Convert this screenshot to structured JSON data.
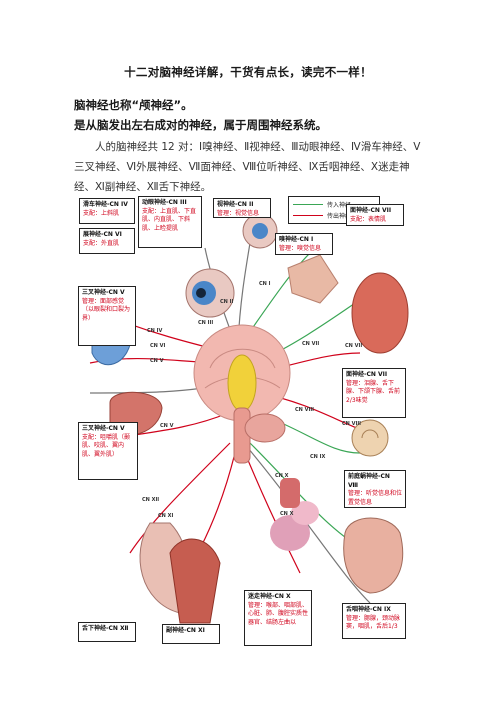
{
  "header": {
    "title": "十二对脑神经详解，干货有点长，读完不一样！",
    "line1": "脑神经也称“颅神经”。",
    "line2": "是从脑发出左右成对的神经，属于周围神经系统。",
    "paragraph": "人的脑神经共 12 对：Ⅰ嗅神经、Ⅱ视神经、Ⅲ动眼神经、Ⅳ滑车神经、Ⅴ三叉神经、Ⅵ外展神经、Ⅶ面神经、Ⅷ位听神经、Ⅸ舌咽神经、Ⅹ迷走神经、Ⅺ副神经、Ⅻ舌下神经。"
  },
  "legend": {
    "afferent": "传入神经",
    "efferent": "传出神经",
    "afferent_color": "#3aa655",
    "efferent_color": "#d0021b"
  },
  "labels": {
    "trochlear": {
      "name": "滑车神经-CN IV",
      "func": "支配：上斜肌"
    },
    "abducens": {
      "name": "展神经-CN VI",
      "func": "支配：外直肌"
    },
    "oculomotor": {
      "name": "动眼神经-CN III",
      "func": "支配：上直肌、下直肌、内直肌、下斜肌、上睑提肌"
    },
    "optic": {
      "name": "视神经-CN II",
      "func": "管理：视觉信息"
    },
    "olfactory": {
      "name": "嗅神经-CN Ⅰ",
      "func": "管理：嗅觉信息"
    },
    "facial_a": {
      "name": "面神经-CN VII",
      "func": "支配：表情肌"
    },
    "trigeminal_a": {
      "name": "三叉神经-CN V",
      "func": "管理：面部感觉（以眼裂和口裂为界）"
    },
    "facial_b": {
      "name": "面神经-CN VII",
      "func": "管理：泪腺、舌下腺、下颌下腺、舌前2/3味觉"
    },
    "trigeminal_b": {
      "name": "三叉神经-CN V",
      "func": "支配：咀嚼肌（颞肌、咬肌、翼内肌、翼外肌）"
    },
    "vestibulocochlear": {
      "name": "前庭蜗神经-CN Ⅷ",
      "func": "管理：听觉信息和位置觉信息"
    },
    "vagus": {
      "name": "迷走神经-CN X",
      "func": "管理：喉部、咽部肌、心脏、肺、腹腔实质性器官、结肠左曲以"
    },
    "glossopharyngeal": {
      "name": "舌咽神经-CN IX",
      "func": "管理：腮腺，颈动脉窦，咽肌，舌后1/3"
    },
    "hypoglossal": {
      "name": "舌下神经-CN Ⅻ",
      "func": ""
    },
    "accessory": {
      "name": "副神经-CN XI",
      "func": ""
    }
  },
  "tags": [
    "CN I",
    "CN II",
    "CN III",
    "CN IV",
    "CN V",
    "CN VI",
    "CN VII",
    "CN VIII",
    "CN IX",
    "CN X",
    "CN XI",
    "CN XII",
    "CN VII",
    "CN VIII",
    "CN V",
    "CN X"
  ]
}
